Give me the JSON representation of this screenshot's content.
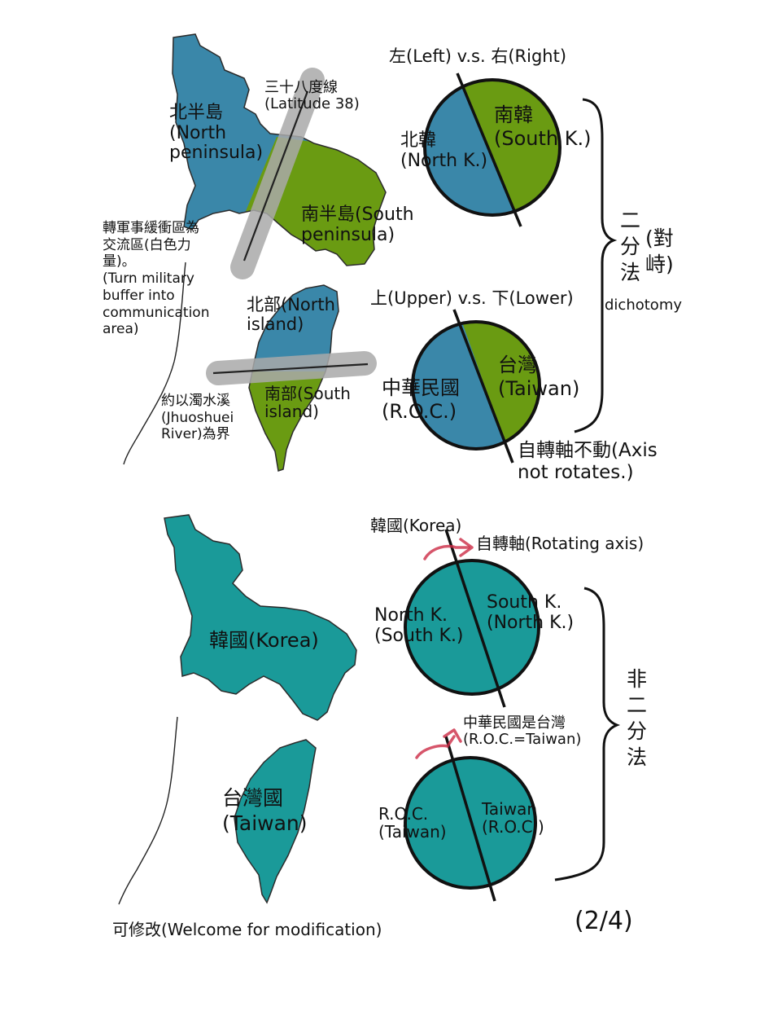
{
  "top": {
    "korea_map": {
      "north_label": "北半島\n(North\npeninsula)",
      "south_label": "南半島(South\npeninsula)",
      "latitude_label": "三十八度線\n(Latitude 38)",
      "north_color": "#3a87a9",
      "south_color": "#6a9b12",
      "band_color": "#b3b3b3"
    },
    "buffer_note": "轉軍事緩衝區為\n交流區(白色力\n量)。\n(Turn military\nbuffer into\ncommunication\narea)",
    "taiwan_map": {
      "north_label": "北部(North\nisland)",
      "south_label": "南部(South\nisland)",
      "river_label": "約以濁水溪\n(Jhuoshuei\nRiver)為界"
    },
    "korea_circle": {
      "heading": "左(Left) v.s. 右(Right)",
      "left_label": "北韓\n(North K.)",
      "right_label": "南韓\n(South K.)"
    },
    "taiwan_circle": {
      "heading": "上(Upper) v.s. 下(Lower)",
      "left_label": "中華民國\n(R.O.C.)",
      "right_label": "台灣\n(Taiwan)"
    },
    "axis_note": "自轉軸不動(Axis\nnot rotates.)",
    "brace_title": "二\n分\n法",
    "brace_subtitle": "(對\n峙)",
    "brace_english": "dichotomy"
  },
  "bottom": {
    "korea_map_label": "韓國(Korea)",
    "taiwan_map_label": "台灣國\n(Taiwan)",
    "unified_color": "#1a9a99",
    "rotation_color": "#cc2b45",
    "korea_circle": {
      "heading": "韓國(Korea)",
      "axis_label": "自轉軸(Rotating axis)",
      "left_label": "North K.\n(South K.)",
      "right_label": "South K.\n(North K.)"
    },
    "taiwan_circle": {
      "heading": "中華民國是台灣\n(R.O.C.=Taiwan)",
      "left_label": "R.O.C.\n(Taiwan)",
      "right_label": "Taiwan\n(R.O.C.)"
    },
    "brace_title": "非\n二\n分\n法"
  },
  "footer": {
    "modification_note": "可修改(Welcome for modification)",
    "page_counter": "(2/4)"
  }
}
